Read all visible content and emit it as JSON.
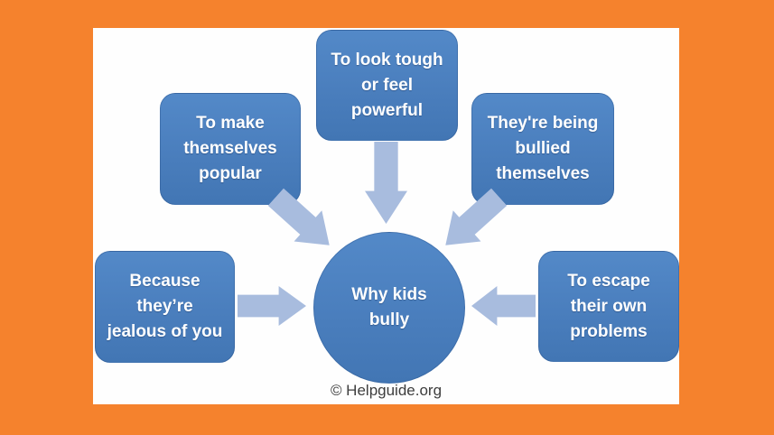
{
  "diagram": {
    "center": {
      "label": "Why kids\nbully"
    },
    "causes": [
      {
        "label": "To make\nthemselves\npopular"
      },
      {
        "label": "To look tough\nor feel\npowerful"
      },
      {
        "label": "They're being\nbullied\nthemselves"
      },
      {
        "label": "Because\nthey’re\njealous of you"
      },
      {
        "label": "To escape\ntheir own\nproblems"
      }
    ]
  },
  "page": {
    "credit": "© Helpguide.org"
  },
  "colors": {
    "frame_orange": "#f5822d",
    "node_blue": "#4a7ebd",
    "arrow_light_blue": "#a8bcde",
    "panel_white": "#fefefe",
    "text_white": "#ffffff",
    "credit_gray": "#3d3d3d"
  }
}
